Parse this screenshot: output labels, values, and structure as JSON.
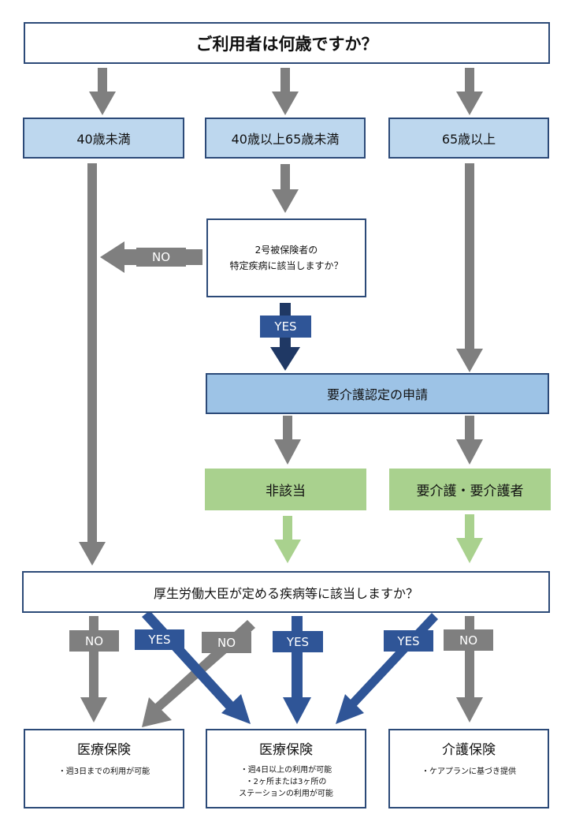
{
  "title": "ご利用者は何歳ですか？",
  "age_groups": [
    "40歳未満",
    "40歳以上65歳未満",
    "65歳以上"
  ],
  "q_specific": [
    "2号被保険者の",
    "特定疾病に該当しますか？"
  ],
  "apply": "要介護認定の申請",
  "non_applicable": "非該当",
  "care_needed": "要介護・要介護者",
  "q_minister": "厚生労働大臣が定める疾病等に該当しますか？",
  "labels": {
    "yes": "YES",
    "no": "NO"
  },
  "results": [
    {
      "title": "医療保険",
      "notes": [
        "・週3日までの利用が可能"
      ]
    },
    {
      "title": "医療保険",
      "notes": [
        "・週4日以上の利用が可能",
        "・2ヶ所または3ヶ所の",
        "ステーションの利用が可能"
      ]
    },
    {
      "title": "介護保険",
      "notes": [
        "・ケアプランに基づき提供"
      ]
    }
  ],
  "colors": {
    "gray_arrow": "#7f7f7f",
    "navy_arrow": "#2f5597",
    "green_arrow": "#a9d18e",
    "dark_arrow": "#1f3864",
    "border": "#2c4a78"
  }
}
